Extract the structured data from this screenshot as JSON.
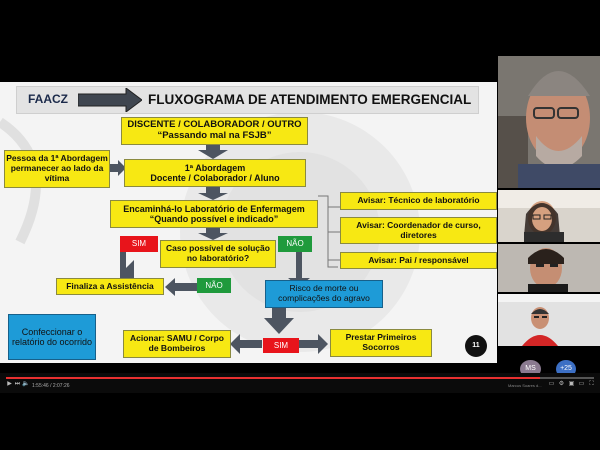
{
  "slide": {
    "faacz": "FAACZ",
    "title": "FLUXOGRAMA DE ATENDIMENTO EMERGENCIAL",
    "page_number": "11",
    "boxes": {
      "discente_line1": "DISCENTE / COLABORADOR / OUTRO",
      "discente_line2": "“Passando mal na FSJB”",
      "pessoa": "Pessoa da 1ª Abordagem permanecer ao lado da vítima",
      "abordagem_line1": "1ª Abordagem",
      "abordagem_line2": "Docente / Colaborador / Aluno",
      "encaminha_line1": "Encaminhá-lo Laboratório de Enfermagem",
      "encaminha_line2": "“Quando possível e indicado”",
      "avisar_tecnico": "Avisar: Técnico de laboratório",
      "avisar_coordenador": "Avisar: Coordenador de curso, diretores",
      "avisar_pai": "Avisar: Pai / responsável",
      "sim_1": "SIM",
      "nao_1": "NÃO",
      "caso_possivel": "Caso possível de solução no laboratório?",
      "finaliza": "Finaliza a Assistência",
      "nao_2": "NÃO",
      "risco": "Risco de morte ou complicações do agravo",
      "confeccionar": "Confeccionar o relatório do ocorrido",
      "acionar": "Acionar: SAMU / Corpo de Bombeiros",
      "sim_2": "SIM",
      "prestar": "Prestar Primeiros Socorros"
    }
  },
  "participants": {
    "ms_initials": "MS",
    "more_count": "+25",
    "colors": {
      "ms_avatar": "#8a7a90",
      "more_avatar": "#3c6fc4"
    }
  },
  "player": {
    "time": "1:55:46 / 2:07:26",
    "progress": 0.908,
    "right_label": "Marcus Soares d..."
  },
  "colors": {
    "yellow": "#f7e813",
    "blue": "#1e9bd7",
    "red": "#e8141b",
    "green": "#1f9a3c",
    "arrow": "#4d5561"
  }
}
